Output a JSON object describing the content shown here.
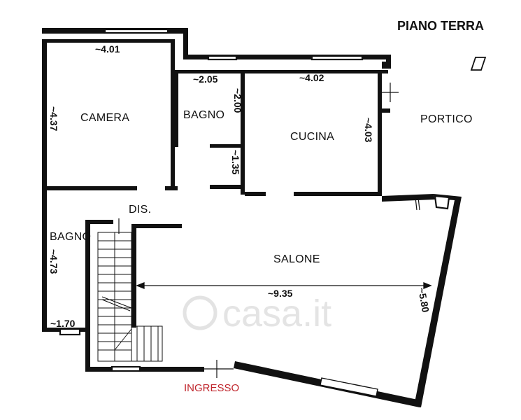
{
  "title": "PIANO TERRA",
  "rooms": {
    "camera": "CAMERA",
    "bagno_top": "BAGNO",
    "cucina": "CUCINA",
    "portico": "PORTICO",
    "dis": "DIS.",
    "bagno_left": "BAGNO",
    "salone": "SALONE"
  },
  "dimensions": {
    "camera_w": "~4.01",
    "camera_h": "~4.37",
    "bagno_top_w": "~2.05",
    "bagno_top_h": "~2.00",
    "bagno_top_h2": "~1.35",
    "cucina_w": "~4.02",
    "cucina_h": "~4.03",
    "bagno_left_h": "~4.73",
    "bagno_left_w": "~1.70",
    "salone_w": "~9.35",
    "salone_h": "~5.80"
  },
  "entrance": "INGRESSO",
  "watermark": "casa.it"
}
